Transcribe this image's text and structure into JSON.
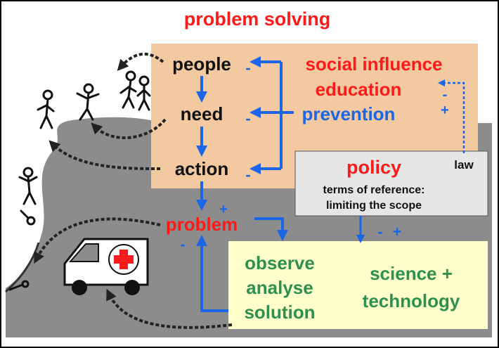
{
  "title": "problem solving",
  "colors": {
    "red": "#ff1a1a",
    "blue": "#1a66e6",
    "green": "#2f8f4f",
    "orange_box": "#f2c9a0",
    "yellow_box": "#ffffcc",
    "policy_box": "#e6e6e6",
    "ground": "#8c8c8c"
  },
  "chain": {
    "people": "people",
    "need": "need",
    "action": "action",
    "problem": "problem"
  },
  "influence": {
    "social_influence": "social influence",
    "education": "education",
    "prevention": "prevention"
  },
  "policy": {
    "title": "policy",
    "line1": "terms of reference:",
    "line2": "limiting the scope",
    "law": "law"
  },
  "solution": {
    "observe": "observe",
    "analyse": "analyse",
    "solution": "solution",
    "science": "science +",
    "technology": "technology"
  },
  "signs": {
    "minus": "-",
    "plus": "+"
  }
}
